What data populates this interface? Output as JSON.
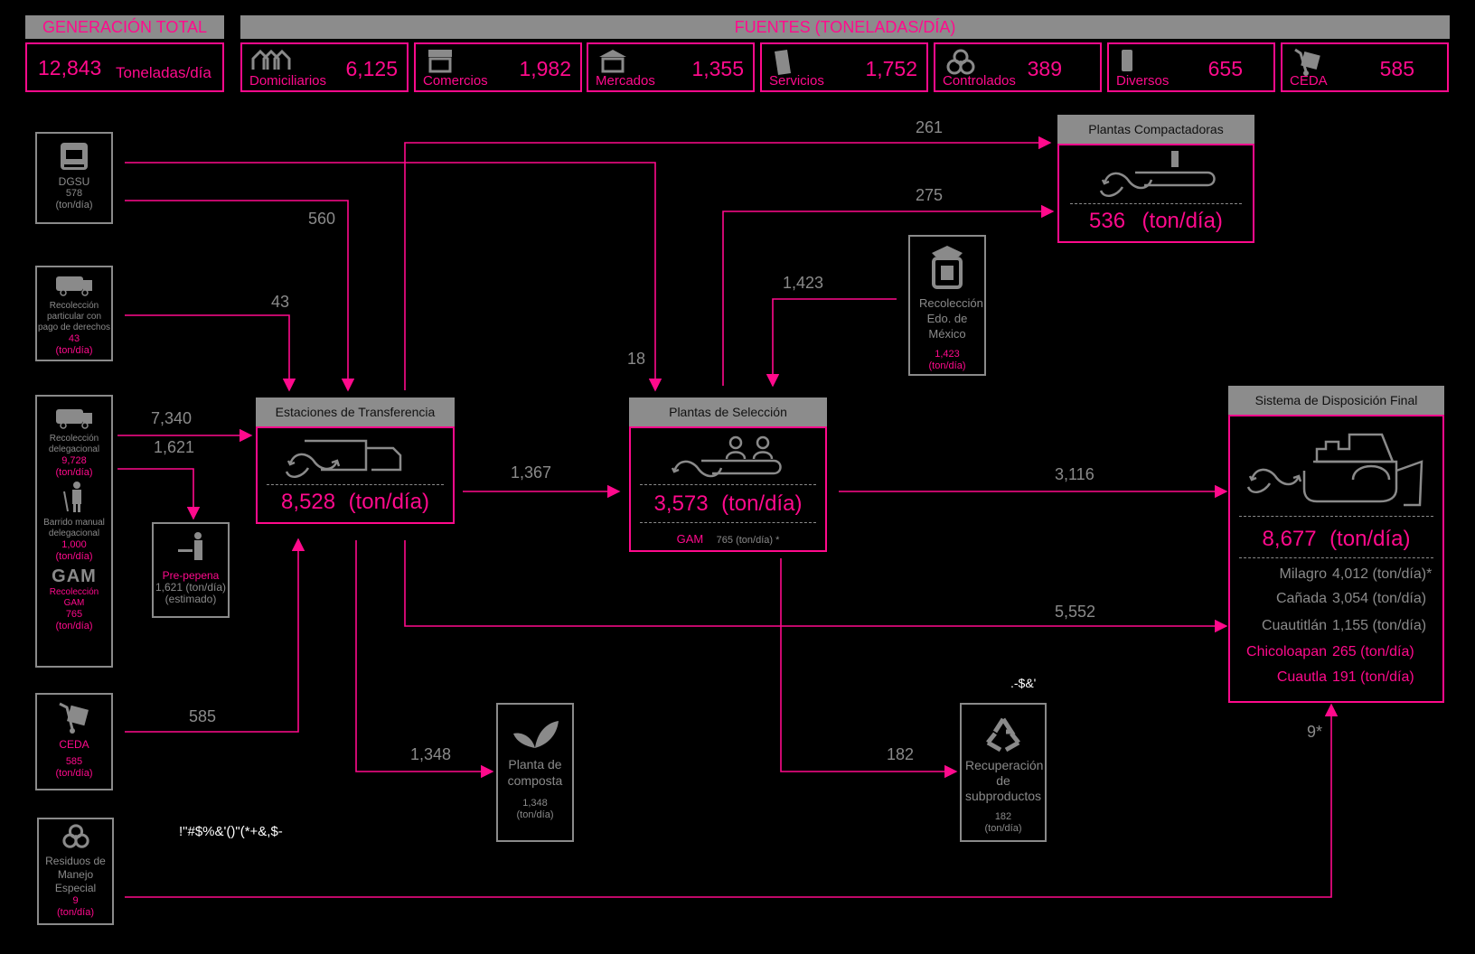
{
  "header": {
    "total_title": "GENERACIÓN TOTAL",
    "total_value": "12,843",
    "total_unit": "Toneladas/día",
    "sources_title": "FUENTES (TONELADAS/DÍA)"
  },
  "sources": [
    {
      "label": "Domiciliarios",
      "value": "6,125",
      "icon": "houses-icon"
    },
    {
      "label": "Comercios",
      "value": "1,982",
      "icon": "store-icon"
    },
    {
      "label": "Mercados",
      "value": "1,355",
      "icon": "market-icon"
    },
    {
      "label": "Servicios",
      "value": "1,752",
      "icon": "services-icon"
    },
    {
      "label": "Controlados",
      "value": "389",
      "icon": "biohazard-icon"
    },
    {
      "label": "Diversos",
      "value": "655",
      "icon": "misc-icon"
    },
    {
      "label": "CEDA",
      "value": "585",
      "icon": "cart-icon"
    }
  ],
  "origins": {
    "dgsu": {
      "name": "DGSU",
      "value": "578",
      "unit": "(ton/día)"
    },
    "particular": {
      "name": "Recolección particular con pago de derechos",
      "value": "43",
      "unit": "(ton/día)"
    },
    "delegacional": {
      "name": "Recolección delegacional",
      "value": "9,728",
      "unit": "(ton/día)"
    },
    "barrido": {
      "name": "Barrido manual delegacional",
      "value": "1,000",
      "unit": "(ton/día)"
    },
    "gam": {
      "logo": "GAM",
      "name": "Recolección GAM",
      "value": "765",
      "unit": "(ton/día)"
    },
    "ceda": {
      "name": "CEDA",
      "value": "585",
      "unit": "(ton/día)"
    },
    "especial": {
      "name": "Residuos de Manejo Especial",
      "value": "9",
      "unit": "(ton/día)"
    },
    "edomex": {
      "name": "Recolección Edo. de México",
      "value": "1,423",
      "unit": "(ton/día)"
    }
  },
  "prepepena": {
    "name": "Pre-pepena",
    "value": "1,621 (ton/día)",
    "note": "(estimado)"
  },
  "composta": {
    "name": "Planta de composta",
    "value": "1,348",
    "unit": "(ton/día)"
  },
  "recuperacion": {
    "name": "Recuperación de subproductos",
    "value": "182",
    "unit": "(ton/día)",
    "glyph": ".-$&'"
  },
  "estaciones": {
    "title": "Estaciones de Transferencia",
    "value": "8,528",
    "unit": "(ton/día)"
  },
  "seleccion": {
    "title": "Plantas de Selección",
    "value": "3,573",
    "unit": "(ton/día)",
    "gam_label": "GAM",
    "gam_value": "765 (ton/día) *"
  },
  "compactadoras": {
    "title": "Plantas Compactadoras",
    "value": "536",
    "unit": "(ton/día)"
  },
  "disposicion": {
    "title": "Sistema de Disposición Final",
    "value": "8,677",
    "unit": "(ton/día)",
    "sites": [
      {
        "name": "Milagro",
        "value": "4,012 (ton/día)*",
        "highlight": false
      },
      {
        "name": "Cañada",
        "value": "3,054 (ton/día)",
        "highlight": false
      },
      {
        "name": "Cuautitlán",
        "value": "1,155 (ton/día)",
        "highlight": false
      },
      {
        "name": "Chicoloapan",
        "value": "265 (ton/día)",
        "highlight": true
      },
      {
        "name": "Cuautla",
        "value": "191 (ton/día)",
        "highlight": true
      }
    ]
  },
  "flows": {
    "f261": "261",
    "f275": "275",
    "f560": "560",
    "f43": "43",
    "f1423": "1,423",
    "f18": "18",
    "f7340": "7,340",
    "f1621": "1,621",
    "f1367": "1,367",
    "f3116": "3,116",
    "f5552": "5,552",
    "f585": "585",
    "f1348": "1,348",
    "f182": "182",
    "f9": "9*"
  },
  "garbled_caption": "!\"#$%&'()\"(*+&,$-",
  "colors": {
    "accent": "#ff0a8c",
    "grey": "#8a8a8a",
    "header_bg": "#8c8c8c",
    "background": "#000000"
  }
}
